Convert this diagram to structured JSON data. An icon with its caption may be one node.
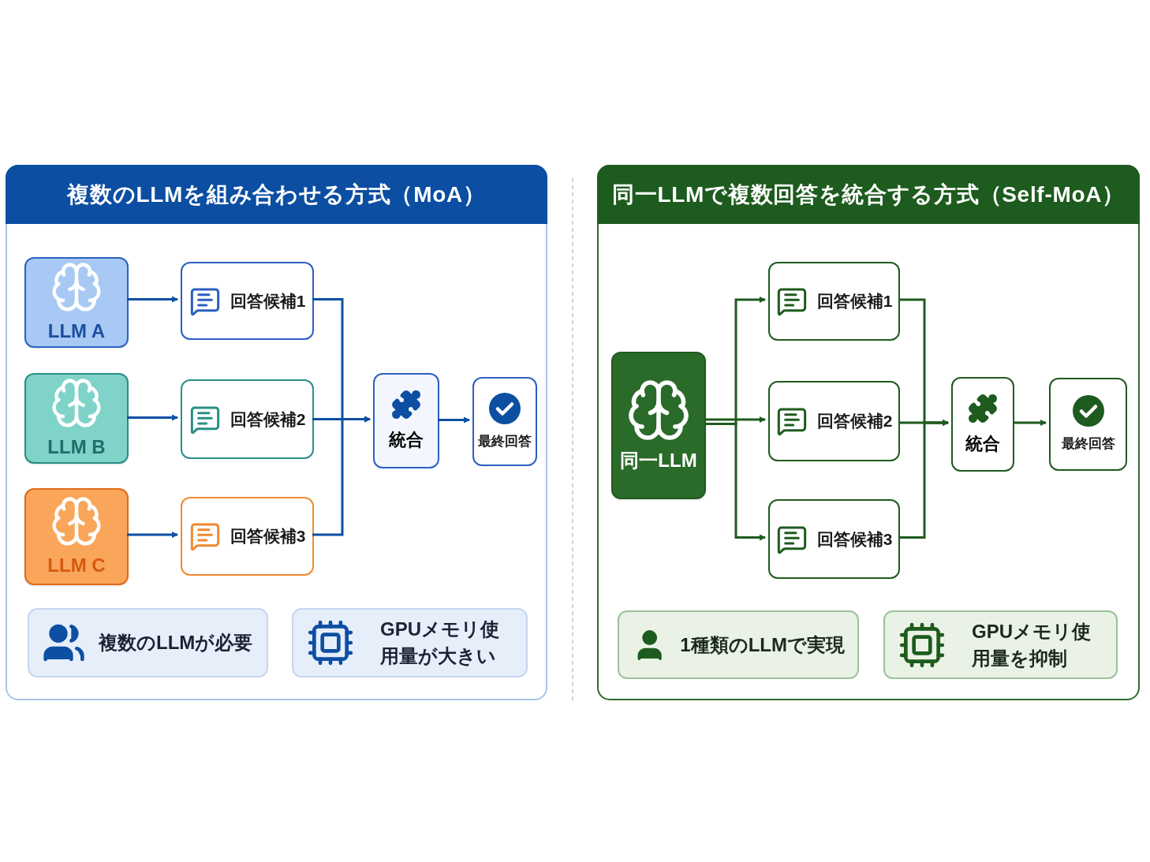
{
  "diagram": {
    "nodes": [
      {
        "text": [
          "複数のLLMを組み合わせる方式（MoA）"
        ]
      },
      {
        "text": [
          "LLM A"
        ],
        "in": 0
      },
      {
        "text": [
          "回答候補1"
        ],
        "in": 0
      },
      {
        "text": [
          "LLM B"
        ],
        "in": 0
      },
      {
        "text": [
          "回答候補2"
        ],
        "in": 0
      },
      {
        "text": [
          "LLM C"
        ],
        "in": 0
      },
      {
        "text": [
          "回答候補3"
        ],
        "in": 0
      },
      {
        "text": [
          "統合"
        ],
        "in": 0
      },
      {
        "text": [
          "最終回答"
        ],
        "in": 0
      },
      {
        "text": [
          "複数のLLMが必要"
        ],
        "in": 0
      },
      {
        "text": [
          "GPUメモリ使用量が大きい"
        ],
        "in": 0
      },
      {
        "text": [
          "同一LLMで複数回答を統合する方式（Self-MoA）"
        ]
      },
      {
        "text": [
          "同一LLM"
        ],
        "in": 11
      },
      {
        "text": [
          "回答候補1"
        ],
        "in": 11
      },
      {
        "text": [
          "回答候補2"
        ],
        "in": 11
      },
      {
        "text": [
          "回答候補3"
        ],
        "in": 11
      },
      {
        "text": [
          "統合"
        ],
        "in": 11
      },
      {
        "text": [
          "最終回答"
        ],
        "in": 11
      },
      {
        "text": [
          "1種類のLLMで実現"
        ],
        "in": 11
      },
      {
        "text": [
          "GPUメモリ使用量を抑制"
        ],
        "in": 11
      }
    ],
    "edges": [
      {
        "from": 1,
        "to": 2,
        "arrow": "to",
        "color": "#0d4fa3"
      },
      {
        "from": 3,
        "to": 4,
        "arrow": "to",
        "color": "#0d4fa3"
      },
      {
        "from": 5,
        "to": 6,
        "arrow": "to",
        "color": "#0d4fa3"
      },
      {
        "from": 2,
        "to": 7,
        "arrow": "to",
        "color": "#0d4fa3"
      },
      {
        "from": 4,
        "to": 7,
        "arrow": "to",
        "color": "#0d4fa3"
      },
      {
        "from": 6,
        "to": 7,
        "arrow": "to",
        "color": "#0d4fa3"
      },
      {
        "from": 7,
        "to": 8,
        "arrow": "to",
        "color": "#0d4fa3"
      },
      {
        "from": 12,
        "to": 13,
        "arrow": "to",
        "color": "#1e5b1e"
      },
      {
        "from": 12,
        "to": 14,
        "arrow": "to",
        "color": "#1e5b1e"
      },
      {
        "from": 12,
        "to": 15,
        "arrow": "to",
        "color": "#1e5b1e"
      },
      {
        "from": 13,
        "to": 16,
        "arrow": "to",
        "color": "#1e5b1e"
      },
      {
        "from": 14,
        "to": 16,
        "arrow": "to",
        "color": "#1e5b1e"
      },
      {
        "from": 15,
        "to": 16,
        "arrow": "to",
        "color": "#1e5b1e"
      },
      {
        "from": 16,
        "to": 17,
        "arrow": "to",
        "color": "#1e5b1e"
      }
    ]
  }
}
